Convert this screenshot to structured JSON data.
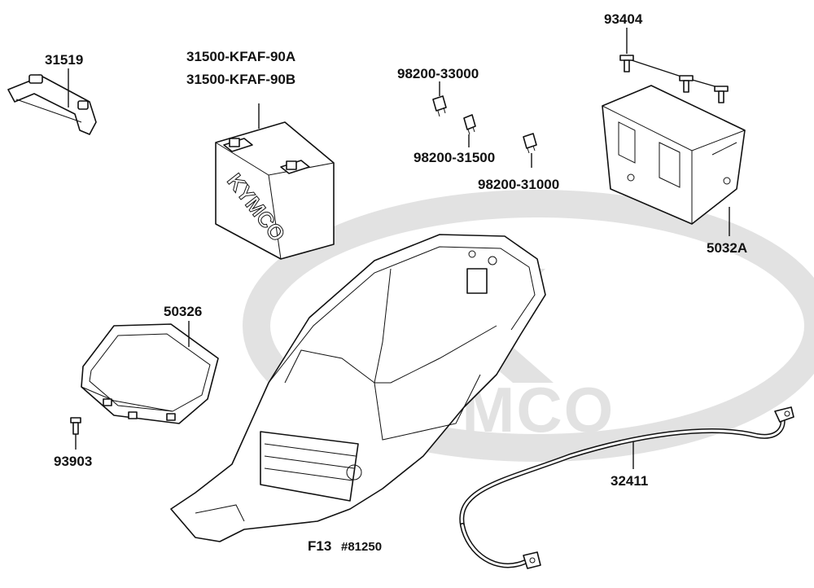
{
  "diagram": {
    "figure_code": "F13",
    "figure_ref": "#81250",
    "watermark_brand": "KYMCO",
    "battery_brand_text": "KYMCO",
    "parts": [
      {
        "id": "p31519",
        "label": "31519"
      },
      {
        "id": "p31500a",
        "label": "31500-KFAF-90A"
      },
      {
        "id": "p31500b",
        "label": "31500-KFAF-90B"
      },
      {
        "id": "p98200_33000",
        "label": "98200-33000"
      },
      {
        "id": "p98200_31500",
        "label": "98200-31500"
      },
      {
        "id": "p98200_31000",
        "label": "98200-31000"
      },
      {
        "id": "p93404",
        "label": "93404"
      },
      {
        "id": "p5032A",
        "label": "5032A"
      },
      {
        "id": "p50326",
        "label": "50326"
      },
      {
        "id": "p93903",
        "label": "93903"
      },
      {
        "id": "p32411",
        "label": "32411"
      }
    ]
  }
}
